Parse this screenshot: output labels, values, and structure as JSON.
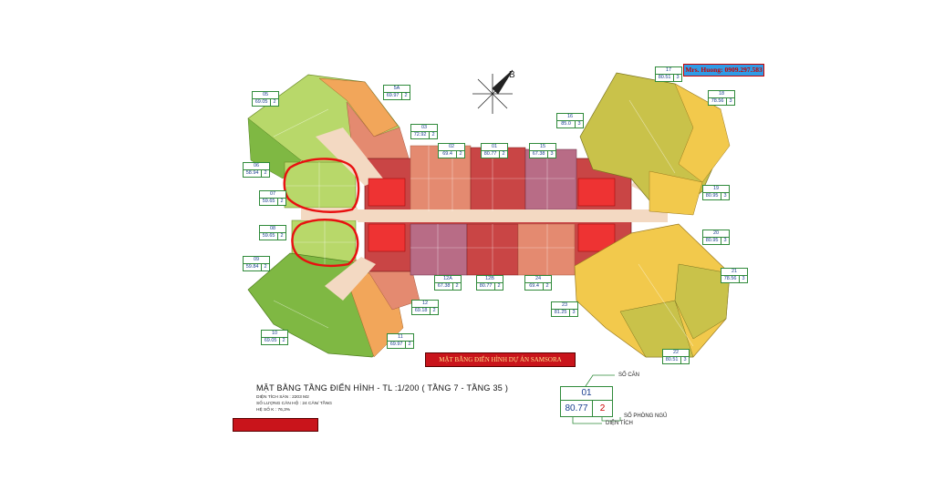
{
  "contact": "Mrs. Huong: 0909.297.583",
  "banner": "MẶT BẰNG ĐIỂN HÌNH DỰ ÁN SAMSORA",
  "title": "MẶT BẰNG TẦNG ĐIỂN HÌNH - TL :1/200 ( TẦNG 7 - TẦNG 35 )",
  "info": {
    "line1": "DIỆN TÍCH SÀN : 2203 M2",
    "line2": "SỐ LƯỢNG CĂN HỘ : 24 CĂN/ TẦNG",
    "line3": "HỆ SỐ K : 76,3%"
  },
  "legend": {
    "unit_no": "01",
    "area": "80.77",
    "bedrooms": "2",
    "label_unit_no": "SỐ CĂN",
    "label_bedrooms": "SỐ PHÒNG NGỦ",
    "label_area": "DIỆN TÍCH"
  },
  "colors": {
    "green_light": "#b8d86a",
    "green_dark": "#7fb843",
    "orange": "#f2a65a",
    "salmon": "#e48a70",
    "red_core": "#c94545",
    "mauve": "#b86c86",
    "yellow_green": "#c9c24a",
    "yellow": "#f2c94c",
    "highlight": "#e81010"
  },
  "units": [
    {
      "no": "05",
      "area": "69.05",
      "br": "2"
    },
    {
      "no": "5A",
      "area": "69.97",
      "br": "2"
    },
    {
      "no": "03",
      "area": "72.92",
      "br": "2"
    },
    {
      "no": "02",
      "area": "69.4",
      "br": "2"
    },
    {
      "no": "01",
      "area": "80.77",
      "br": "2"
    },
    {
      "no": "15",
      "area": "67.38",
      "br": "3"
    },
    {
      "no": "16",
      "area": "85.0",
      "br": "3"
    },
    {
      "no": "17",
      "area": "80.51",
      "br": "3"
    },
    {
      "no": "18",
      "area": "78.56",
      "br": "3"
    },
    {
      "no": "19",
      "area": "80.95",
      "br": "3"
    },
    {
      "no": "20",
      "area": "80.95",
      "br": "3"
    },
    {
      "no": "21",
      "area": "78.56",
      "br": "3"
    },
    {
      "no": "22",
      "area": "80.51",
      "br": "3"
    },
    {
      "no": "23",
      "area": "81.25",
      "br": "3"
    },
    {
      "no": "24",
      "area": "69.4",
      "br": "2"
    },
    {
      "no": "12B",
      "area": "80.77",
      "br": "2"
    },
    {
      "no": "12A",
      "area": "67.38",
      "br": "2"
    },
    {
      "no": "12",
      "area": "69.18",
      "br": "2"
    },
    {
      "no": "11",
      "area": "69.97",
      "br": "2"
    },
    {
      "no": "10",
      "area": "69.05",
      "br": "2"
    },
    {
      "no": "09",
      "area": "59.84",
      "br": "2"
    },
    {
      "no": "08",
      "area": "59.65",
      "br": "2"
    },
    {
      "no": "07",
      "area": "59.65",
      "br": "2"
    },
    {
      "no": "06",
      "area": "58.94",
      "br": "2"
    }
  ]
}
